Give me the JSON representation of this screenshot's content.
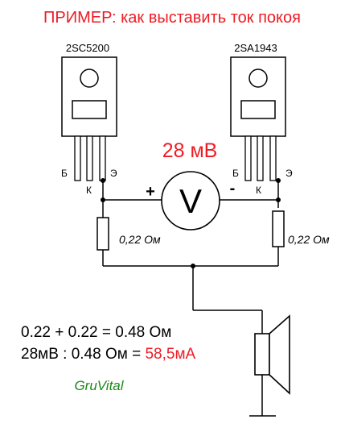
{
  "title": "ПРИМЕР: как выставить ток покоя",
  "transistor_left": {
    "part": "2SC5200",
    "pin_b": "Б",
    "pin_k": "К",
    "pin_e": "Э"
  },
  "transistor_right": {
    "part": "2SA1943",
    "pin_b": "Б",
    "pin_k": "К",
    "pin_e": "Э"
  },
  "voltmeter": {
    "reading": "28 мВ",
    "symbol": "V",
    "plus": "+",
    "minus": "-"
  },
  "resistor_left": {
    "label": "0,22 Ом"
  },
  "resistor_right": {
    "label": "0,22 Ом"
  },
  "formula": {
    "line1": "0.22 + 0.22 = 0.48 Ом",
    "line2_prefix": "28мВ  : 0.48 Ом = ",
    "line2_result": "58,5мА"
  },
  "signature": "GruVital",
  "colors": {
    "title": "#ee1c24",
    "reading": "#ee1c24",
    "result": "#ee1c24",
    "signature": "#1b8a1b",
    "line": "#000000"
  }
}
